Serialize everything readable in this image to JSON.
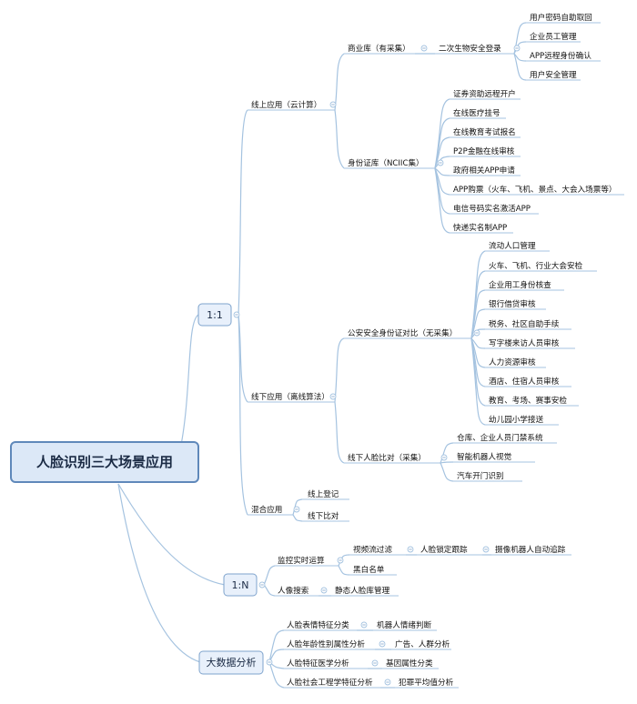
{
  "central": {
    "label": "人脸识别三大场景应用"
  },
  "hubs": {
    "one_to_one": "1:1",
    "one_to_n": "1:N",
    "big_data": "大数据分析"
  },
  "branches": {
    "online": "线上应用（云计算）",
    "commercial_db": "商业库（有采集）",
    "secondary_bio": "二次生物安全登录",
    "secondary_items": [
      "用户密码自助取回",
      "企业员工管理",
      "APP远程身份确认",
      "用户安全管理"
    ],
    "id_db": "身份证库（NCIIC集）",
    "id_items": [
      "证券资助远程开户",
      "在线医疗挂号",
      "在线教育考试报名",
      "P2P金融在线审核",
      "政府相关APP申请",
      "APP购票（火车、飞机、景点、大会入场票等）",
      "电信号码实名激活APP",
      "快递实名制APP"
    ],
    "offline": "线下应用（离线算法）",
    "police_cmp": "公安安全身份证对比（无采集）",
    "police_items": [
      "流动人口管理",
      "火车、飞机、行业大会安检",
      "企业用工身份核查",
      "银行借贷审核",
      "税务、社区自助手续",
      "写字楼来访人员审核",
      "人力资源审核",
      "酒店、住宿人员审核",
      "教育、考场、赛事安检",
      "幼儿园小学接送"
    ],
    "face_cmp": "线下人脸比对（采集）",
    "face_items": [
      "仓库、企业人员门禁系统",
      "智能机器人视觉",
      "汽车开门识别"
    ],
    "mixed": "混合应用",
    "mixed_items": [
      "线上登记",
      "线下比对"
    ],
    "monitor": "监控实时运算",
    "video": "视频流过滤",
    "face_track": "人脸锁定跟踪",
    "camera_track": "摄像机器人自动追踪",
    "blacklist": "黑白名单",
    "portrait_search": "人像搜索",
    "static_db": "静态人脸库管理",
    "bigdata_items": [
      {
        "a": "人脸表情特征分类",
        "b": "机器人情绪判断"
      },
      {
        "a": "人脸年龄性别属性分析",
        "b": "广告、人群分析"
      },
      {
        "a": "人脸特征医学分析",
        "b": "基因属性分类"
      },
      {
        "a": "人脸社会工程学特征分析",
        "b": "犯罪平均值分析"
      }
    ]
  }
}
